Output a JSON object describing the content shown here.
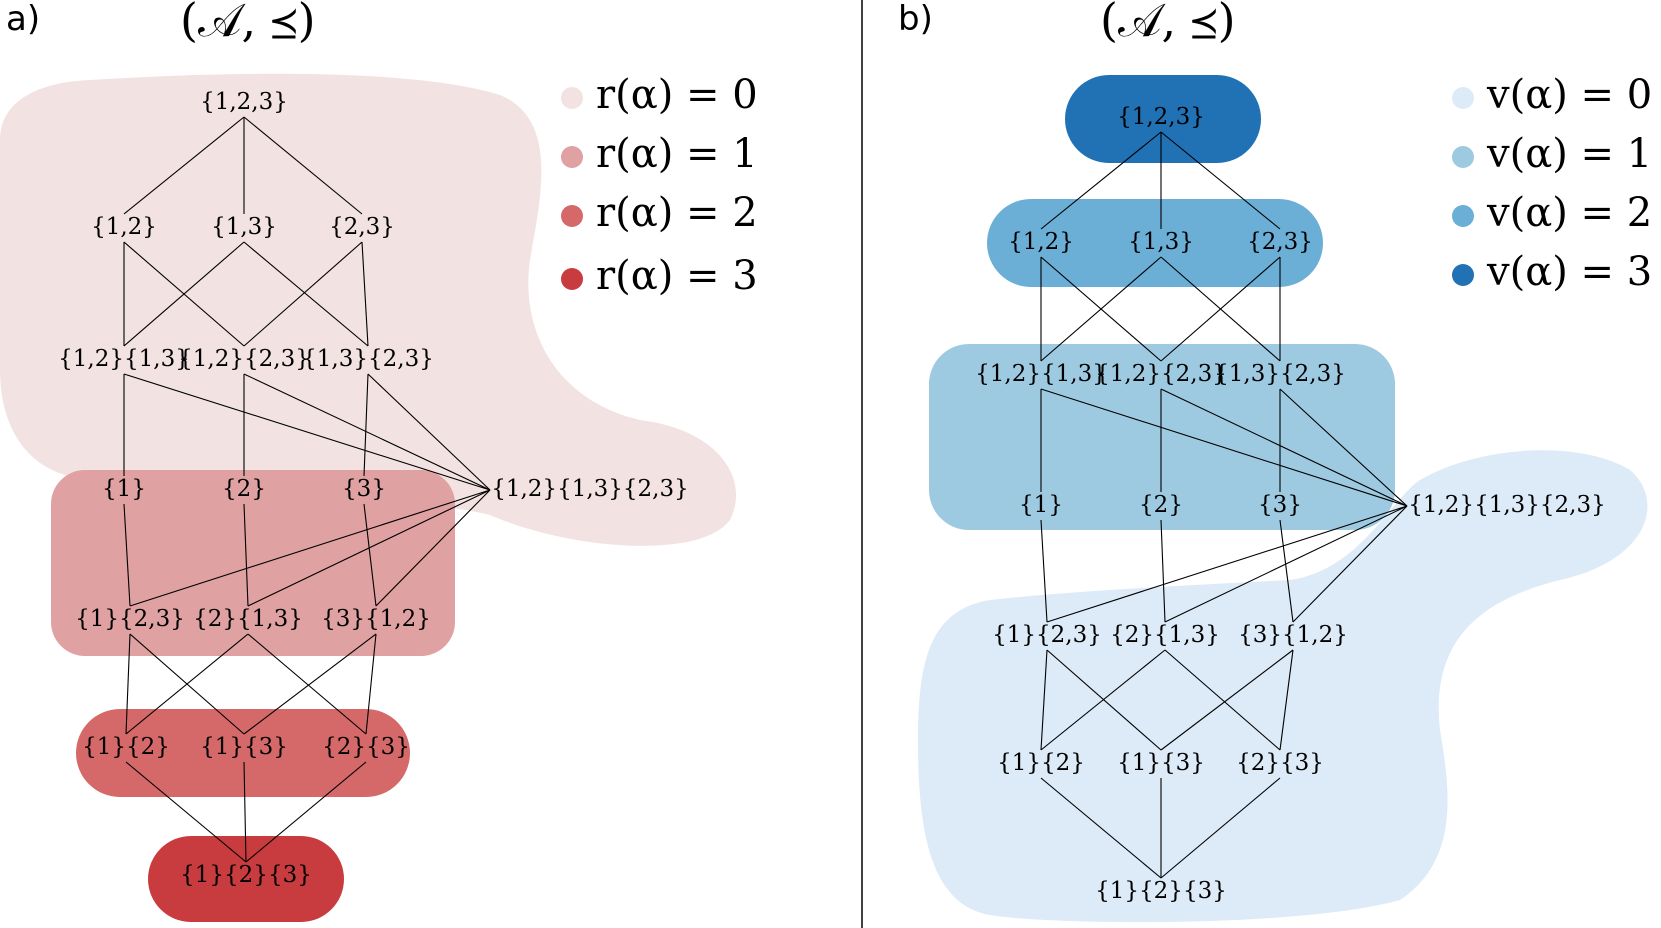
{
  "panels": [
    {
      "label": "a)",
      "title": "(𝒜, ⪯)",
      "legend": [
        {
          "label": "r(α) = 0",
          "color": "#f2e2e2"
        },
        {
          "label": "r(α) = 1",
          "color": "#dfa1a2"
        },
        {
          "label": "r(α) = 2",
          "color": "#d5696a"
        },
        {
          "label": "r(α) = 3",
          "color": "#c83b3e"
        }
      ],
      "nodes": [
        {
          "id": "123",
          "text": "{1,2,3}"
        },
        {
          "id": "12",
          "text": "{1,2}"
        },
        {
          "id": "13",
          "text": "{1,3}"
        },
        {
          "id": "23",
          "text": "{2,3}"
        },
        {
          "id": "12_13",
          "text": "{1,2}{1,3}"
        },
        {
          "id": "12_23",
          "text": "{1,2}{2,3}"
        },
        {
          "id": "13_23",
          "text": "{1,3}{2,3}"
        },
        {
          "id": "1",
          "text": "{1}"
        },
        {
          "id": "2",
          "text": "{2}"
        },
        {
          "id": "3",
          "text": "{3}"
        },
        {
          "id": "12_13_23",
          "text": "{1,2}{1,3}{2,3}"
        },
        {
          "id": "1_23",
          "text": "{1}{2,3}"
        },
        {
          "id": "2_13",
          "text": "{2}{1,3}"
        },
        {
          "id": "3_12",
          "text": "{3}{1,2}"
        },
        {
          "id": "1_2",
          "text": "{1}{2}"
        },
        {
          "id": "1_3",
          "text": "{1}{3}"
        },
        {
          "id": "2_3",
          "text": "{2}{3}"
        },
        {
          "id": "1_2_3",
          "text": "{1}{2}{3}"
        }
      ]
    },
    {
      "label": "b)",
      "title": "(𝒜, ⪯)",
      "legend": [
        {
          "label": "v(α) = 0",
          "color": "#dcebf7"
        },
        {
          "label": "v(α) = 1",
          "color": "#9ecae1"
        },
        {
          "label": "v(α) = 2",
          "color": "#6baed6"
        },
        {
          "label": "v(α) = 3",
          "color": "#2171b5"
        }
      ],
      "nodes": [
        {
          "id": "123",
          "text": "{1,2,3}"
        },
        {
          "id": "12",
          "text": "{1,2}"
        },
        {
          "id": "13",
          "text": "{1,3}"
        },
        {
          "id": "23",
          "text": "{2,3}"
        },
        {
          "id": "12_13",
          "text": "{1,2}{1,3}"
        },
        {
          "id": "12_23",
          "text": "{1,2}{2,3}"
        },
        {
          "id": "13_23",
          "text": "{1,3}{2,3}"
        },
        {
          "id": "1",
          "text": "{1}"
        },
        {
          "id": "2",
          "text": "{2}"
        },
        {
          "id": "3",
          "text": "{3}"
        },
        {
          "id": "12_13_23",
          "text": "{1,2}{1,3}{2,3}"
        },
        {
          "id": "1_23",
          "text": "{1}{2,3}"
        },
        {
          "id": "2_13",
          "text": "{2}{1,3}"
        },
        {
          "id": "3_12",
          "text": "{3}{1,2}"
        },
        {
          "id": "1_2",
          "text": "{1}{2}"
        },
        {
          "id": "1_3",
          "text": "{1}{3}"
        },
        {
          "id": "2_3",
          "text": "{2}{3}"
        },
        {
          "id": "1_2_3",
          "text": "{1}{2}{3}"
        }
      ]
    }
  ]
}
